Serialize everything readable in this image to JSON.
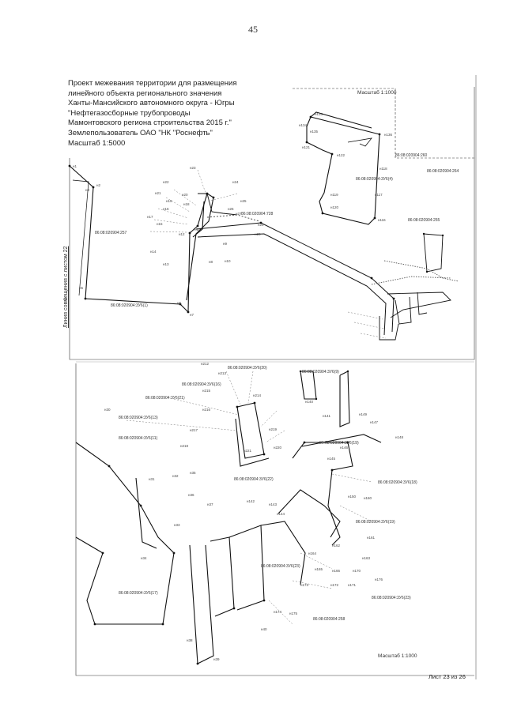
{
  "page_number": "45",
  "header": {
    "lines": [
      "Проект межевания территории для размещения",
      "линейного объекта регионального значения",
      "Ханты-Мансийского автономного округа - Югры",
      "\"Нефтегазосборные трубопроводы",
      "Мамонтовского региона строительства 2015 г.\"",
      "Землепользователь ОАО \"НК \"Роснефть\"",
      "Масштаб 1:5000"
    ]
  },
  "side_label": "Линия совмещения с листом 22",
  "scale_top": "Масштаб 1:1000",
  "scale_bottom": "Масштаб 1:1000",
  "sheet_label": "Лист 23 из 26",
  "parcel_labels": [
    "86:08:020904:3У6(4)",
    "86:08:020904:264",
    "86:08:020904:260",
    "86:08:020904:728",
    "86:08:020904:255",
    "86:08:020904:257",
    "86:08:020904:3У6(1)",
    "86:08:020904:3У6(20)",
    "86:08:020904:3У6(16)",
    "86:08:020904:3У6(21)",
    "86:08:020904:3У6(13)",
    "86:08:020904:3У6(11)",
    "86:08:020904:3У6(9)",
    "86:08:020904:3У6(22)",
    "86:08:020904:3У6(18)",
    "86:08:020904:3У6(19)",
    "86:08:020904:3У6(17)",
    "86:08:020904:3У6(23)",
    "86:08:020904:258"
  ],
  "point_labels": [
    "н133",
    "н134",
    "н135",
    "н136",
    "н121",
    "н122",
    "н118",
    "н119",
    "н120",
    "н117",
    "н116",
    "н23",
    "н22",
    "н21",
    "н20",
    "н19",
    "н18",
    "н17",
    "н16",
    "н15",
    "н14",
    "н13",
    "н12",
    "н24",
    "н25",
    "н26",
    "н27",
    "н28",
    "н29",
    "н1",
    "н2",
    "н3",
    "н4",
    "н5",
    "н6",
    "н7",
    "н8",
    "н9",
    "н10",
    "н11",
    "н212",
    "н213",
    "н214",
    "н215",
    "н216",
    "н217",
    "н218",
    "н219",
    "н220",
    "н221",
    "н30",
    "н31",
    "н32",
    "н33",
    "н34",
    "н35",
    "н36",
    "н37",
    "н38",
    "н39",
    "н40",
    "н140",
    "н141",
    "н142",
    "н143",
    "н144",
    "н145",
    "н146",
    "н147",
    "н148",
    "н149",
    "н150",
    "н160",
    "н161",
    "н162",
    "н163",
    "н164",
    "н165",
    "н166",
    "н170",
    "н171",
    "н172",
    "н173",
    "н174",
    "н175",
    "н176"
  ],
  "map": {
    "line_color": "#111111",
    "dashed_color": "#555555",
    "frame_color": "#333333"
  }
}
